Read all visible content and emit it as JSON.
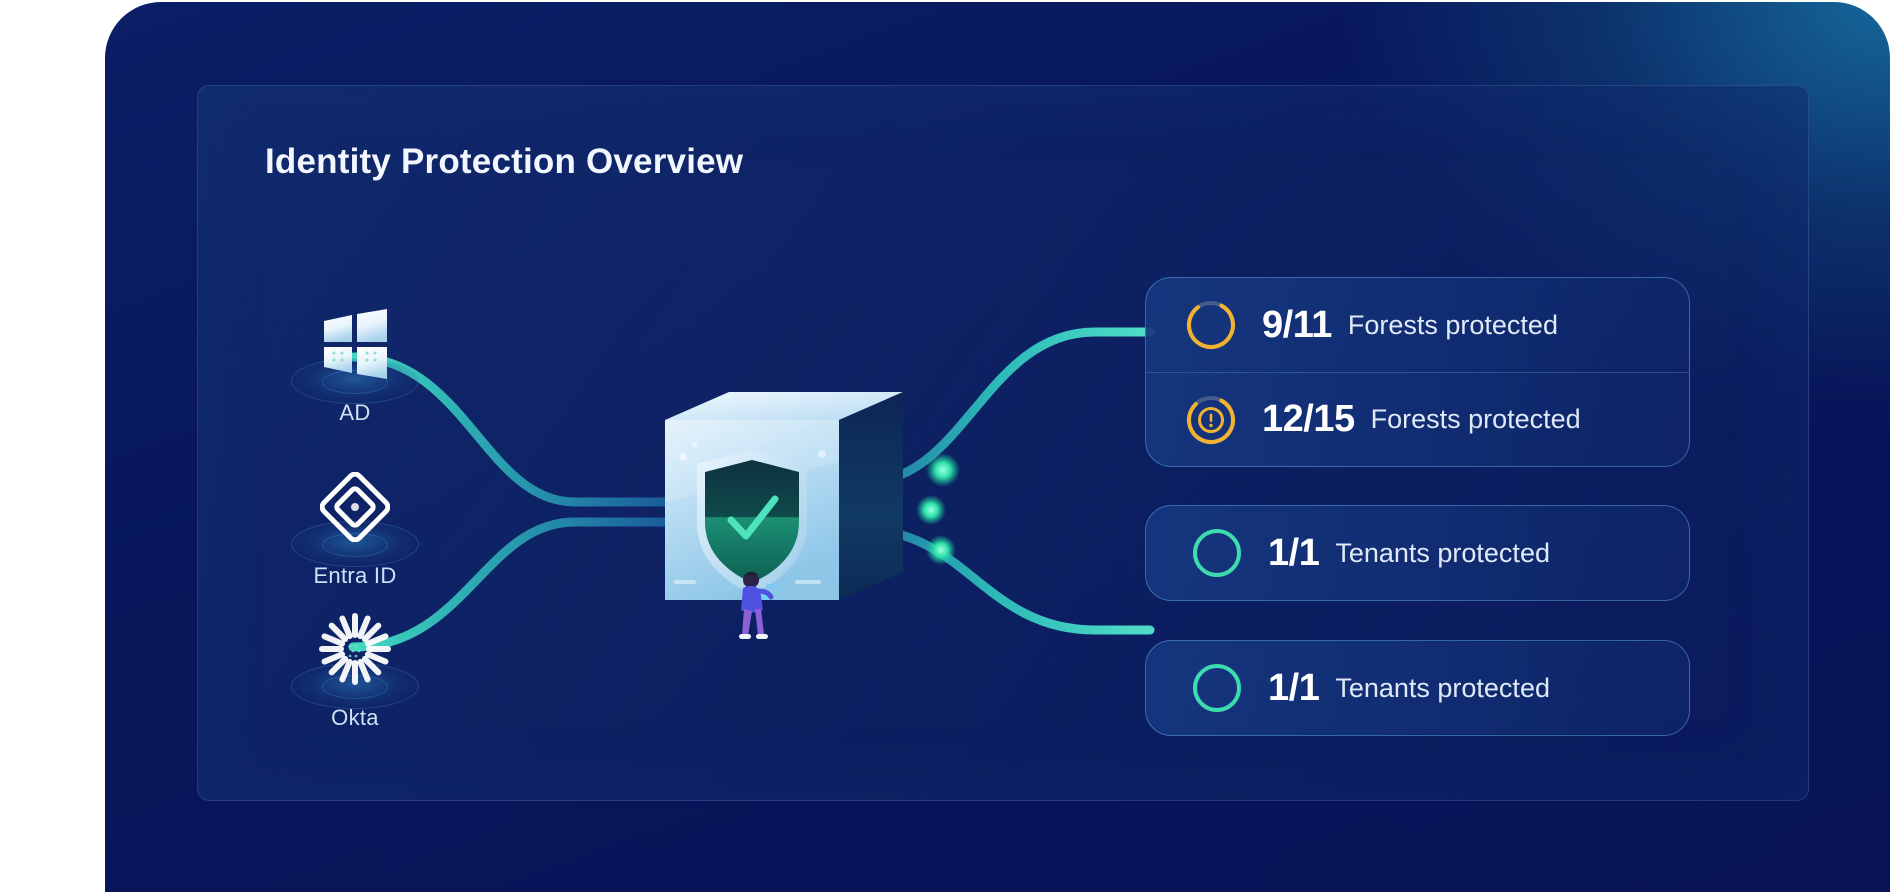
{
  "page": {
    "title": "Identity Protection Overview"
  },
  "theme": {
    "panel_bg": "#081358",
    "panel_glow": "#166c9e",
    "inner_bg": "#132a68",
    "title_color": "#f2f6ff",
    "amber": "#F2B231",
    "amber_track": "#6e7f9a",
    "teal": "#3ddbb0",
    "wire_teal": "#3fdcc2",
    "wire_blue": "#1f6aa8",
    "cube_light": "#cfe7f7",
    "shield_green": "#1fae86"
  },
  "sources": [
    {
      "id": "ad",
      "label": "AD",
      "icon": "windows-logo-icon"
    },
    {
      "id": "entra-id",
      "label": "Entra ID",
      "icon": "entra-id-diamond-icon"
    },
    {
      "id": "okta",
      "label": "Okta",
      "icon": "okta-sunburst-icon"
    }
  ],
  "hub": {
    "icon": "shield-check-cube-icon",
    "person_icon": "person-figure-icon"
  },
  "stat_groups": [
    {
      "id": "forests-group",
      "rows": [
        {
          "id": "forests-9-11",
          "value": "9/11",
          "caption": "Forests protected",
          "ring_icon": "progress-ring-icon",
          "ring_color": "#F2B231",
          "ring_percent": 82,
          "inner_icon": null
        },
        {
          "id": "forests-12-15",
          "value": "12/15",
          "caption": "Forests protected",
          "ring_icon": "progress-ring-warning-icon",
          "ring_color": "#F2B231",
          "ring_percent": 80,
          "inner_icon": "warning-exclamation-icon"
        }
      ]
    },
    {
      "id": "tenants-group-1",
      "rows": [
        {
          "id": "tenants-1-1-a",
          "value": "1/1",
          "caption": "Tenants protected",
          "ring_icon": "progress-ring-icon",
          "ring_color": "#3ddbb0",
          "ring_percent": 100,
          "inner_icon": null
        }
      ]
    },
    {
      "id": "tenants-group-2",
      "rows": [
        {
          "id": "tenants-1-1-b",
          "value": "1/1",
          "caption": "Tenants protected",
          "ring_icon": "progress-ring-icon",
          "ring_color": "#3ddbb0",
          "ring_percent": 100,
          "inner_icon": null
        }
      ]
    }
  ]
}
